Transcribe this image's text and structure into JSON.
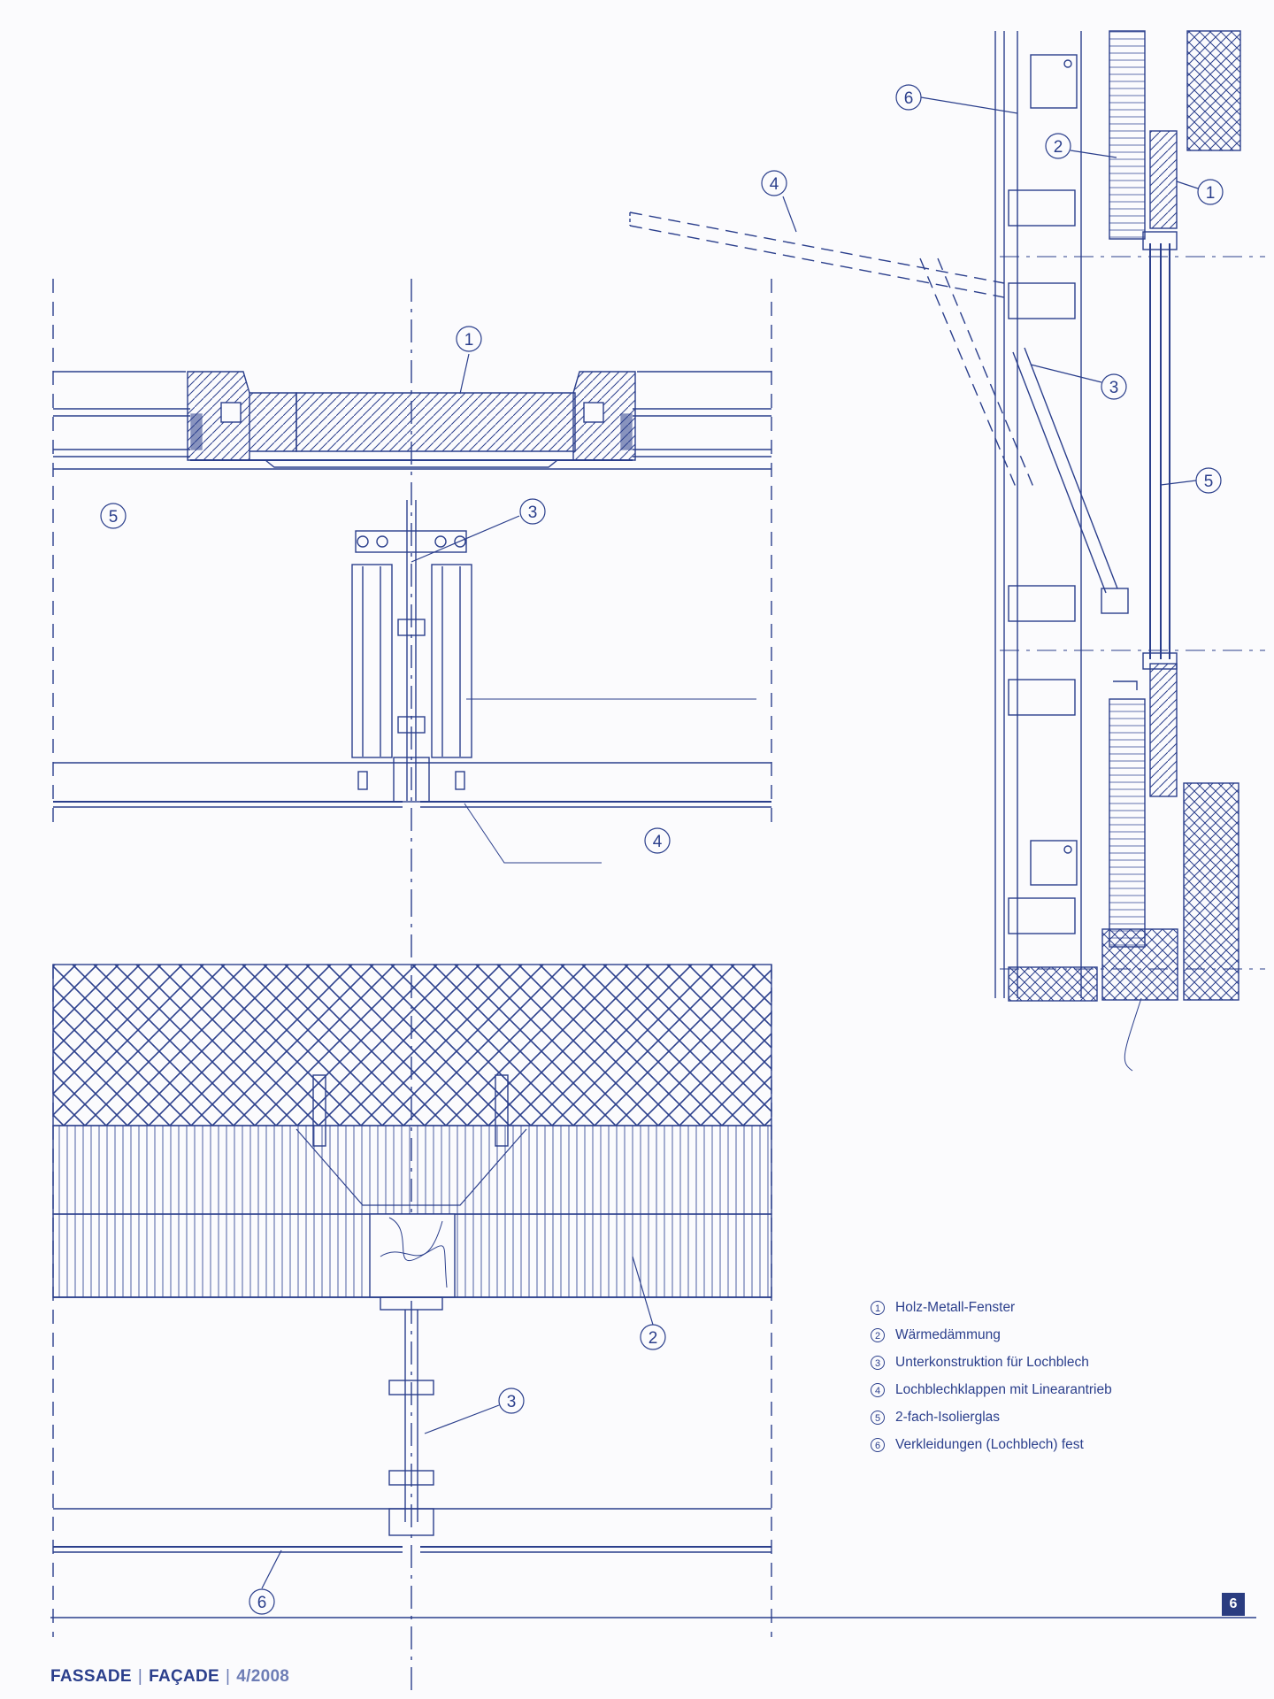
{
  "legend": [
    {
      "num": "1",
      "label": "Holz-Metall-Fenster"
    },
    {
      "num": "2",
      "label": "Wärmedämmung"
    },
    {
      "num": "3",
      "label": "Unterkonstruktion für Lochblech"
    },
    {
      "num": "4",
      "label": "Lochblechklappen mit Linearantrieb"
    },
    {
      "num": "5",
      "label": "2-fach-Isolierglas"
    },
    {
      "num": "6",
      "label": "Verkleidungen (Lochblech) fest"
    }
  ],
  "page_number": "6",
  "footer": {
    "magazine_de": "FASSADE",
    "magazine_fr": "FAÇADE",
    "issue": "4/2008",
    "separator": "|"
  },
  "callouts": {
    "top_plan": [
      "1",
      "3",
      "5",
      "4"
    ],
    "bottom_plan": [
      "2",
      "3",
      "6"
    ],
    "section": [
      "6",
      "2",
      "1",
      "4",
      "3",
      "5"
    ]
  },
  "colors": {
    "ink": "#2b3f8c",
    "ink_light": "#5a6cb0",
    "paper": "#fbfbfd",
    "badge": "#2a3c80"
  }
}
